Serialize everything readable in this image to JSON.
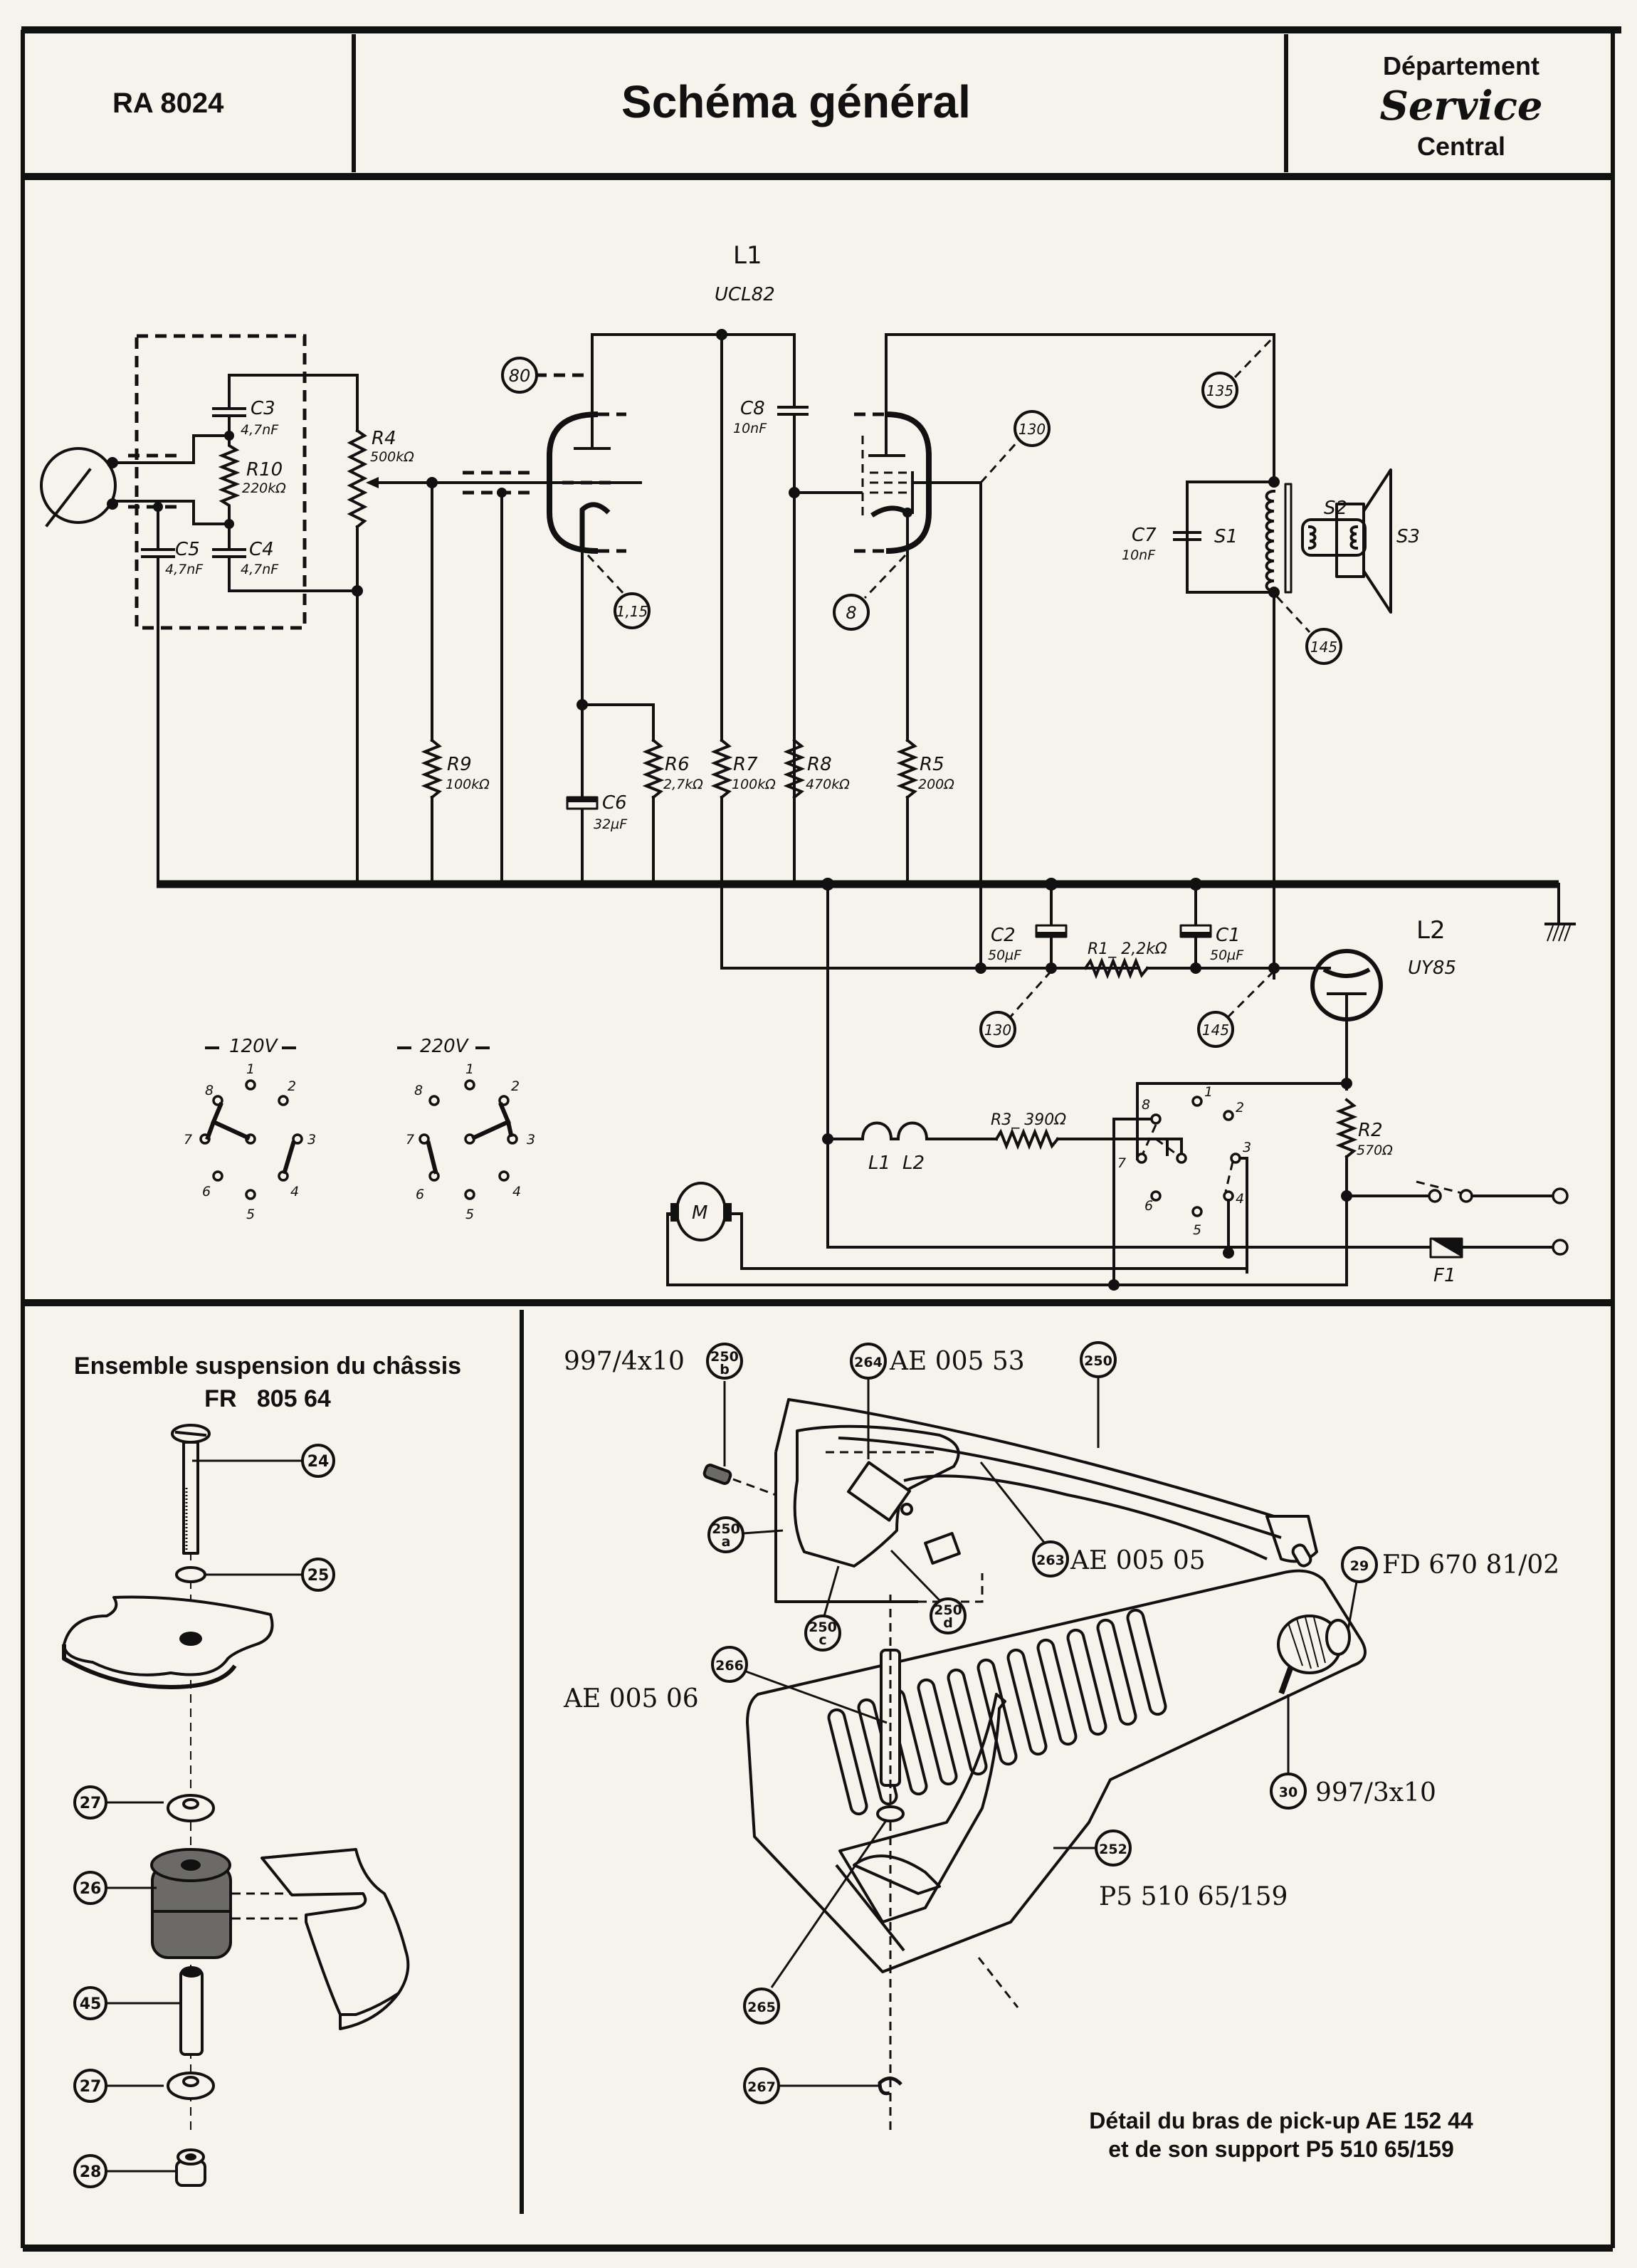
{
  "header": {
    "model": "RA 8024",
    "title": "Schéma général",
    "dept_line1": "Département",
    "dept_line2": "Service",
    "dept_line3": "Central"
  },
  "schematic": {
    "tube_l1": {
      "ref": "L1",
      "type": "UCL82"
    },
    "tube_l2": {
      "ref": "L2",
      "type": "UY85"
    },
    "components": {
      "C3": {
        "ref": "C3",
        "value": "4,7nF"
      },
      "C4": {
        "ref": "C4",
        "value": "4,7nF"
      },
      "C5": {
        "ref": "C5",
        "value": "4,7nF"
      },
      "C6": {
        "ref": "C6",
        "value": "32µF"
      },
      "C7": {
        "ref": "C7",
        "value": "10nF"
      },
      "C8": {
        "ref": "C8",
        "value": "10nF"
      },
      "C1": {
        "ref": "C1",
        "value": "50µF"
      },
      "C2": {
        "ref": "C2",
        "value": "50µF"
      },
      "R1": {
        "ref": "R1_ 2,2kΩ"
      },
      "R2": {
        "ref": "R2",
        "value": "570Ω"
      },
      "R3": {
        "ref": "R3_ 390Ω"
      },
      "R4": {
        "ref": "R4",
        "value": "500kΩ"
      },
      "R5": {
        "ref": "R5",
        "value": "200Ω"
      },
      "R6": {
        "ref": "R6",
        "value": "2,7kΩ"
      },
      "R7": {
        "ref": "R7",
        "value": "100kΩ"
      },
      "R8": {
        "ref": "R8",
        "value": "470kΩ"
      },
      "R9": {
        "ref": "R9",
        "value": "100kΩ"
      },
      "R10": {
        "ref": "R10",
        "value": "220kΩ"
      },
      "S1": {
        "ref": "S1"
      },
      "S2": {
        "ref": "S2"
      },
      "S3": {
        "ref": "S3"
      },
      "L1_lamp": {
        "ref": "L1"
      },
      "L2_lamp": {
        "ref": "L2"
      },
      "F1": {
        "ref": "F1"
      },
      "motor": {
        "ref": "M"
      }
    },
    "voltage_refs": {
      "v80": "80",
      "v115": "1,15",
      "v8": "8",
      "v130a": "130",
      "v135": "135",
      "v145a": "145",
      "v130b": "130",
      "v145b": "145"
    },
    "selectors": [
      {
        "label": "120V",
        "positions": [
          "1",
          "2",
          "3",
          "4",
          "5",
          "6",
          "7",
          "8"
        ]
      },
      {
        "label": "220V",
        "positions": [
          "1",
          "2",
          "3",
          "4",
          "5",
          "6",
          "7",
          "8"
        ]
      }
    ],
    "switch_main": {
      "positions": [
        "1",
        "2",
        "3",
        "4",
        "5",
        "6",
        "7",
        "8"
      ]
    }
  },
  "suspension": {
    "title_line1": "Ensemble suspension du châssis",
    "title_line2": "FR   805 64",
    "parts": [
      "24",
      "25",
      "27",
      "26",
      "45",
      "27",
      "28"
    ]
  },
  "pickup": {
    "parts": {
      "p250b": {
        "num": "250",
        "sub": "b",
        "code": "997/4x10"
      },
      "p264": {
        "num": "264",
        "code": "AE 005 53"
      },
      "p250": {
        "num": "250"
      },
      "p250a": {
        "num": "250",
        "sub": "a"
      },
      "p263": {
        "num": "263",
        "code": "AE 005 05"
      },
      "p250c": {
        "num": "250",
        "sub": "c"
      },
      "p250d": {
        "num": "250",
        "sub": "d"
      },
      "p29": {
        "num": "29",
        "code": "FD 670 81/02"
      },
      "p266": {
        "num": "266",
        "code": "AE 005 06"
      },
      "p30": {
        "num": "30",
        "code": "997/3x10"
      },
      "p252": {
        "num": "252",
        "code": "P5 510 65/159"
      },
      "p265": {
        "num": "265"
      },
      "p267": {
        "num": "267"
      }
    },
    "caption_line1": "Détail du bras de pick-up AE 152 44",
    "caption_line2": "et de son support P5 510 65/159"
  }
}
